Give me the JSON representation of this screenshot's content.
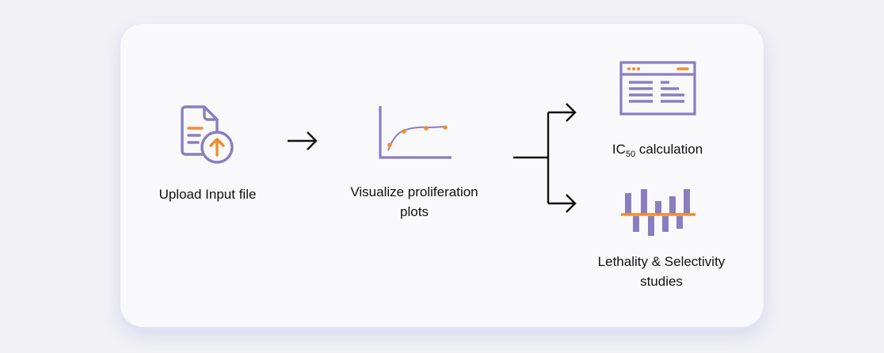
{
  "steps": {
    "upload": {
      "label": "Upload Input file"
    },
    "visualize": {
      "line1": "Visualize proliferation",
      "line2": "plots"
    },
    "ic50": {
      "prefix": "IC",
      "subscript": "50",
      "suffix": " calculation"
    },
    "lethality": {
      "line1": "Lethality & Selectivity",
      "line2": "studies"
    }
  },
  "icons": {
    "upload": "file-upload-icon",
    "proliferation": "proliferation-curve-icon",
    "ic50": "browser-table-icon",
    "lethality": "bar-waterfall-icon"
  },
  "colors": {
    "primary": "#8a7dc0",
    "accent": "#f08c2e",
    "text": "#111111",
    "arrow": "#111111"
  }
}
